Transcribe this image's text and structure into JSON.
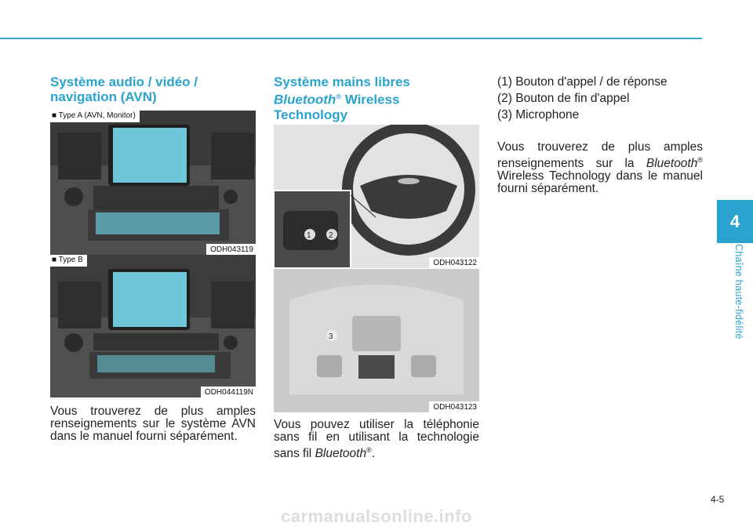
{
  "left": {
    "heading": "Système audio / vidéo / navigation (AVN)",
    "fig1": {
      "type": "■ Type A (AVN, Monitor)",
      "code": "ODH043119"
    },
    "fig2": {
      "type": "■ Type B",
      "code": "ODH044119N"
    },
    "text": "Vous trouverez de plus amples renseignements sur le système AVN dans le manuel fourni séparément."
  },
  "middle": {
    "heading_l1": "Système mains libres",
    "heading_brand": "Bluetooth",
    "heading_reg": "®",
    "heading_rest": " Wireless",
    "heading_l3": "Technology",
    "fig1": {
      "code": "ODH043122",
      "callouts": [
        "1",
        "2"
      ]
    },
    "fig2": {
      "code": "ODH043123",
      "callouts": [
        "3"
      ]
    },
    "text_pre": "Vous pouvez utiliser la téléphonie sans fil en utilisant la technologie sans fil",
    "text_brand": "Bluetooth",
    "text_reg": "®",
    "text_end": "."
  },
  "right": {
    "items": [
      "(1) Bouton d'appel / de réponse",
      "(2) Bouton de fin d'appel",
      "(3) Microphone"
    ],
    "para_pre": "Vous trouverez de plus amples renseignements sur la",
    "para_brand": "Bluetooth",
    "para_reg": "®",
    "para_post": "Wireless Technology dans le manuel fourni séparément."
  },
  "side": {
    "tab": "4",
    "label": "Chaîne haute-fidélité"
  },
  "page_number": "4-5",
  "footer": "carmanualsonline.info"
}
